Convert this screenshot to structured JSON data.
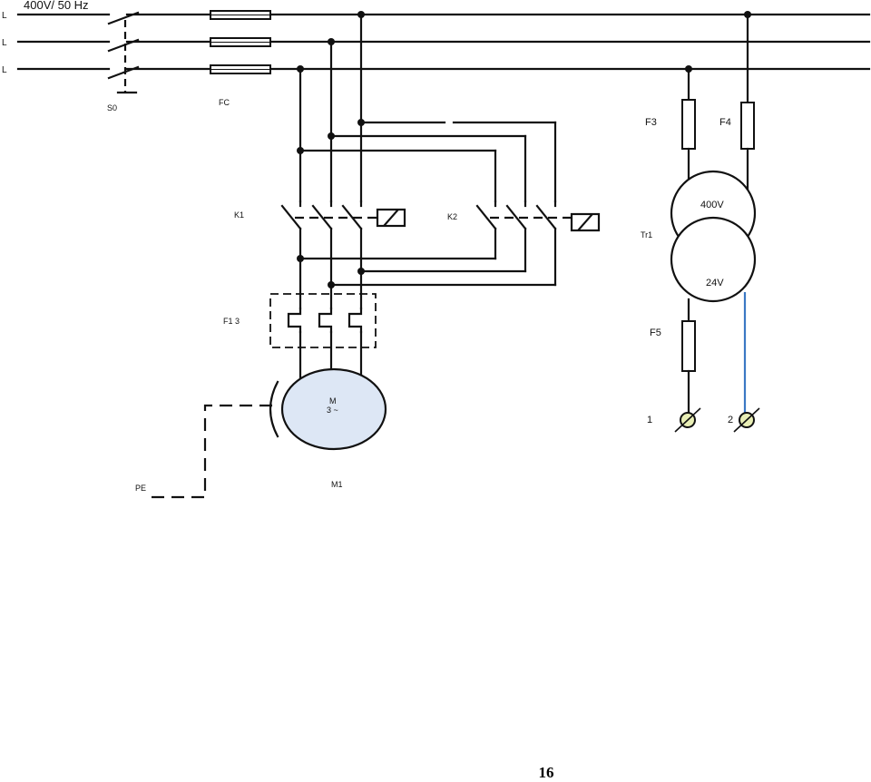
{
  "supply": {
    "header": "400V/ 50 Hz",
    "phase_labels": [
      "L",
      "L",
      "L"
    ]
  },
  "components": {
    "main_switch": "S0",
    "main_fuses": "FC",
    "contactor_1": "K1",
    "contactor_2": "K2",
    "overload_relay": "F1 3",
    "motor": {
      "name": "M1",
      "line1": "M",
      "line2": "3 ~"
    },
    "protective_earth": "PE",
    "fuse_3": "F3",
    "fuse_4": "F4",
    "fuse_5": "F5",
    "transformer": {
      "name": "Tr1",
      "primary": "400V",
      "secondary": "24V"
    },
    "terminal_1": "1",
    "terminal_2": "2"
  },
  "colors": {
    "line": "#111111",
    "motor_fill": "#dde7f5",
    "transformer_secondary_wire": "#3b78c4",
    "terminal_fill": "#e9efb6"
  },
  "page_number": "16"
}
